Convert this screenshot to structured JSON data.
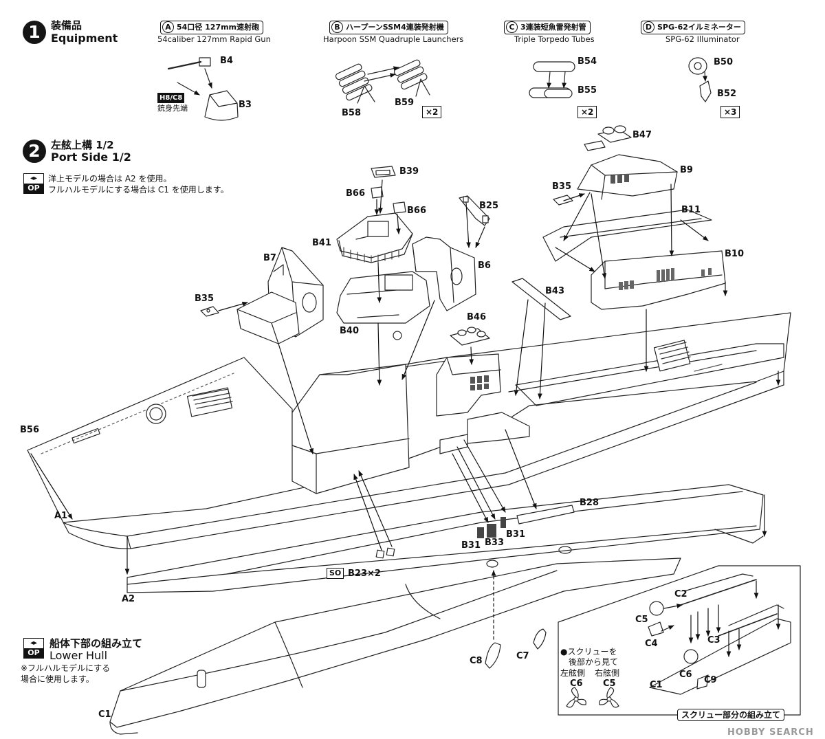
{
  "step1": {
    "number": "1",
    "title_ja": "装備品",
    "title_en": "Equipment"
  },
  "equipment": [
    {
      "letter": "A",
      "name_ja": "54口径 127mm速射砲",
      "name_en": "54caliber 127mm Rapid Gun",
      "parts": [
        "B4",
        "B3"
      ],
      "decal": "H8/C8",
      "decal_note": "銃身先端"
    },
    {
      "letter": "B",
      "name_ja": "ハープーンSSM4連装発射機",
      "name_en": "Harpoon SSM Quadruple Launchers",
      "parts": [
        "B58",
        "B59"
      ],
      "qty": "×2"
    },
    {
      "letter": "C",
      "name_ja": "3連装短魚雷発射管",
      "name_en": "Triple Torpedo Tubes",
      "parts": [
        "B54",
        "B55"
      ],
      "qty": "×2"
    },
    {
      "letter": "D",
      "name_ja": "SPG-62イルミネーター",
      "name_en": "SPG-62 Illuminator",
      "parts": [
        "B50",
        "B52"
      ],
      "qty": "×3"
    }
  ],
  "step2": {
    "number": "2",
    "title_ja": "左舷上構 1/2",
    "title_en": "Port Side 1/2",
    "op_icon_top": "◂▸",
    "op_icon_bottom": "OP",
    "note1": "洋上モデルの場合は A2 を使用。",
    "note2": "フルハルモデルにする場合は C1 を使用します。"
  },
  "parts": {
    "B39": "B39",
    "B66a": "B66",
    "B66b": "B66",
    "B25": "B25",
    "B41": "B41",
    "B6": "B6",
    "B7": "B7",
    "B35a": "B35",
    "B40": "B40",
    "B46": "B46",
    "B43": "B43",
    "B47": "B47",
    "B9": "B9",
    "B35b": "B35",
    "B11": "B11",
    "B10": "B10",
    "B56": "B56",
    "A1": "A1",
    "A2": "A2",
    "B28": "B28",
    "B31a": "B31",
    "B31b": "B31",
    "B33": "B33",
    "B23": "B23×2",
    "so": "SO",
    "C8": "C8",
    "C7": "C7",
    "C1": "C1"
  },
  "lower_hull": {
    "title_ja": "船体下部の組み立て",
    "title_en": "Lower Hull",
    "note": "※フルハルモデルにする\n場合に使用します。"
  },
  "screw_box": {
    "title": "スクリュー部分の組み立て",
    "note1": "●スクリューを",
    "note2": "後部から見て",
    "port": "左舷側",
    "starboard": "右舷側",
    "parts": {
      "C2": "C2",
      "C5": "C5",
      "C3": "C3",
      "C4": "C4",
      "C6": "C6",
      "C9": "C9",
      "C1": "C1",
      "C6b": "C6",
      "C5b": "C5"
    }
  },
  "watermark": "HOBBY SEARCH"
}
